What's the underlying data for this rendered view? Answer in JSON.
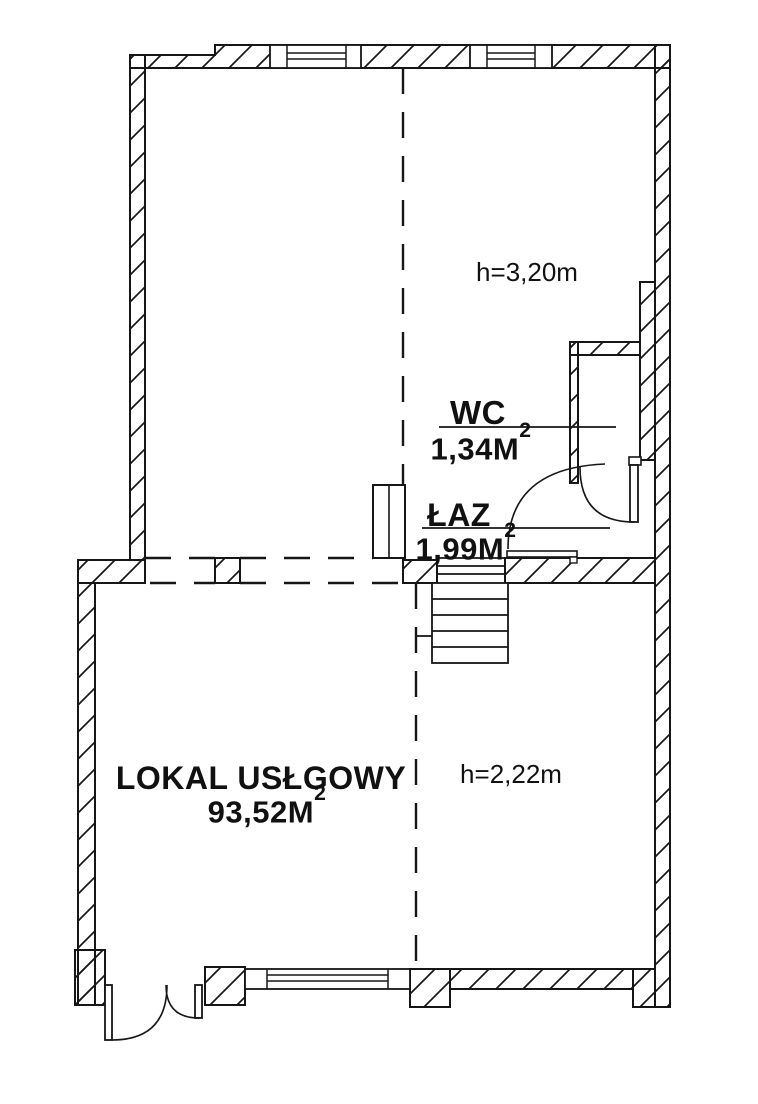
{
  "plan": {
    "heights": {
      "upper": "h=3,20m",
      "lower": "h=2,22m"
    },
    "rooms": {
      "wc": {
        "name": "WC",
        "area": "1,34M",
        "area_exp": "2"
      },
      "laz": {
        "name": "ŁAZ",
        "area": "1,99M",
        "area_exp": "2"
      },
      "lokal": {
        "name": "LOKAL USŁGOWY",
        "area": "93,52M",
        "area_exp": "2"
      }
    },
    "colors": {
      "line": "#161616",
      "background": "#ffffff"
    }
  }
}
